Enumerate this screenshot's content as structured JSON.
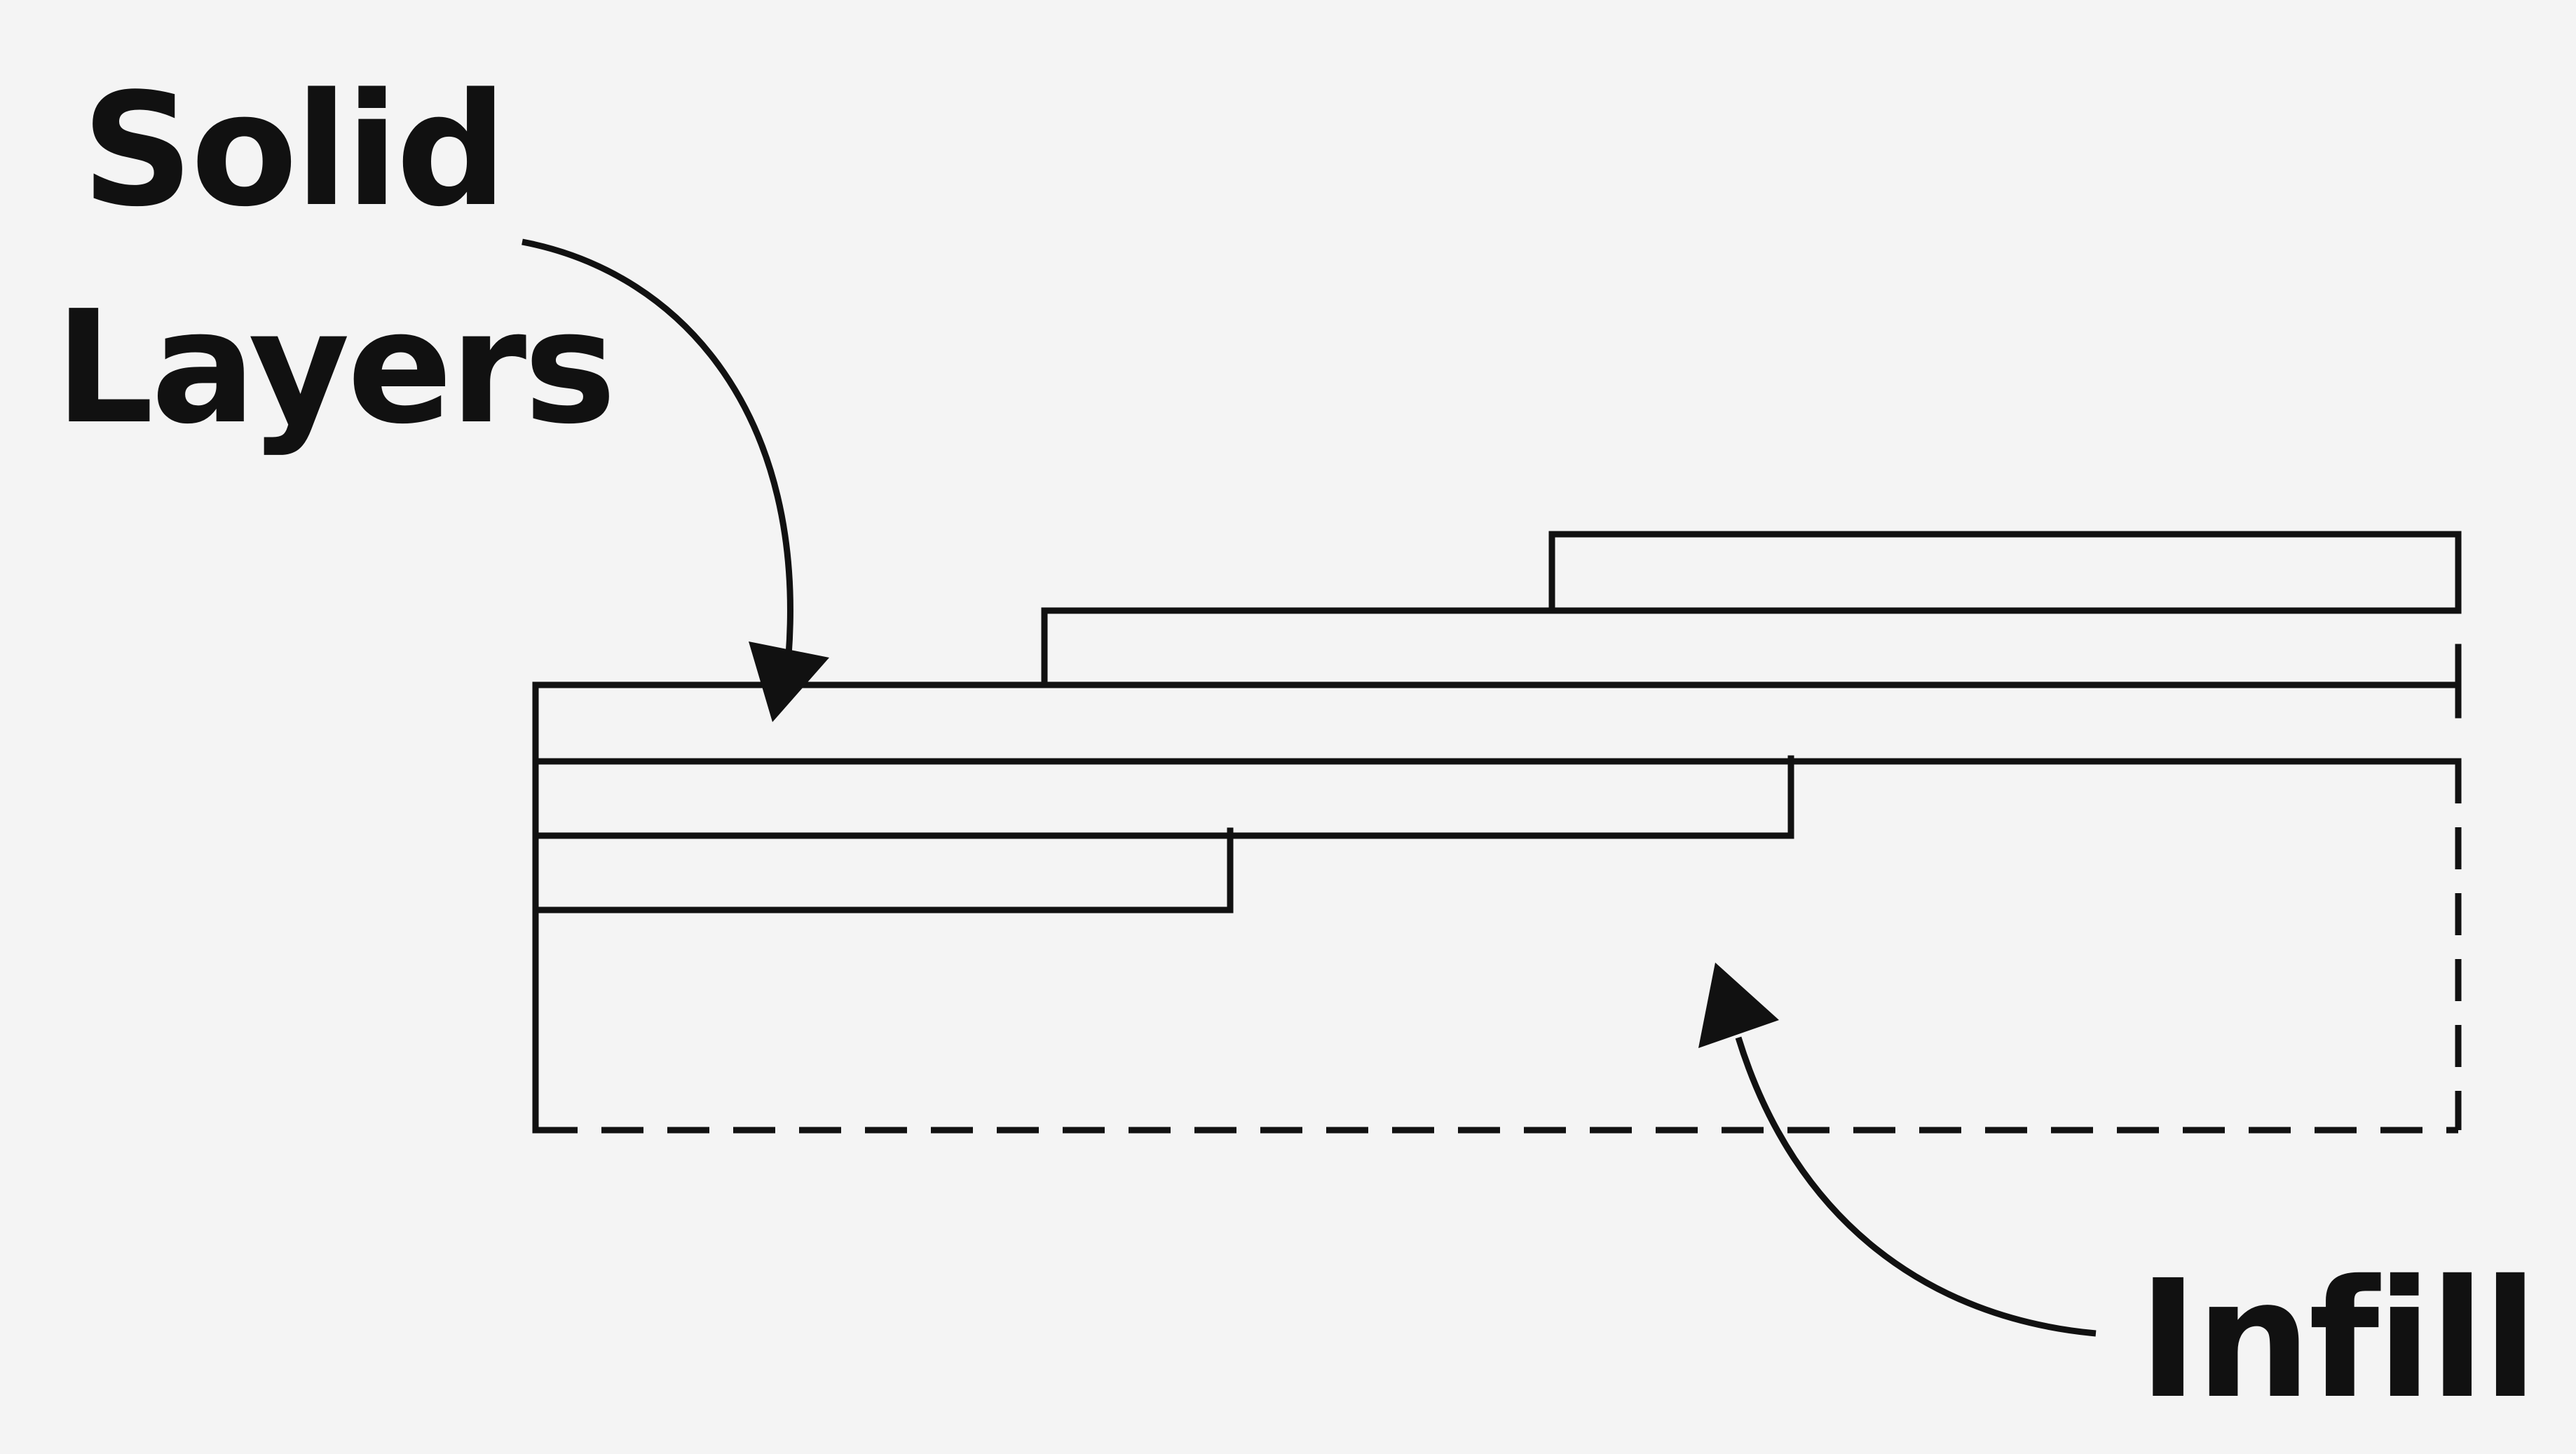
{
  "diagram": {
    "labels": {
      "solid_line1": "Solid",
      "solid_line2": "Layers",
      "infill": "Infill"
    },
    "stroke_color": "#111111",
    "background_color": "#f4f4f4"
  }
}
